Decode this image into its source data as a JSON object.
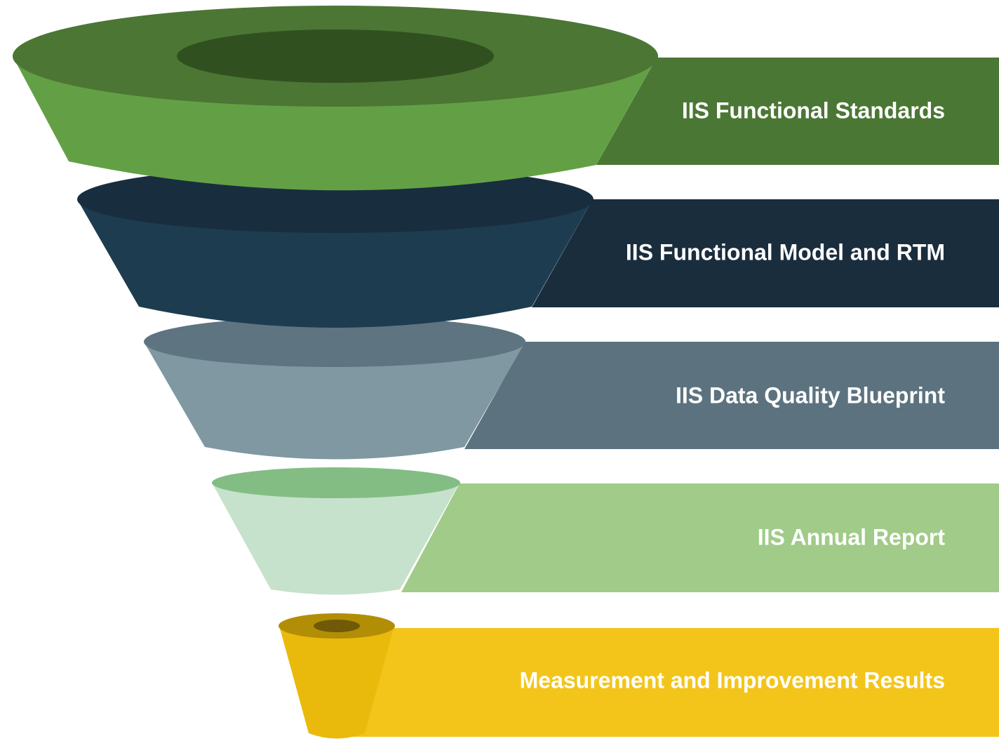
{
  "stages": [
    {
      "label": "IIS Functional Standards",
      "band_color": "#4b7735",
      "rim_color": "#4c7634",
      "inner_color": "#31501f",
      "body_color": "#63a045",
      "text_color": "#ffffff"
    },
    {
      "label": "IIS Functional Model and RTM",
      "band_color": "#192d3d",
      "rim_color": "#182e3e",
      "inner_color": "#182e3e",
      "body_color": "#1d3c50",
      "text_color": "#ffffff"
    },
    {
      "label": "IIS Data Quality Blueprint",
      "band_color": "#5c737f",
      "rim_color": "#5e7480",
      "inner_color": "#5e7480",
      "body_color": "#7f98a2",
      "text_color": "#ffffff"
    },
    {
      "label": "IIS Annual Report",
      "band_color": "#a0cb88",
      "rim_color": "#83bd84",
      "inner_color": "#83bd84",
      "body_color": "#c7e2cc",
      "text_color": "#ffffff"
    },
    {
      "label": "Measurement and Improvement Results",
      "band_color": "#f3c51b",
      "rim_color": "#b28e07",
      "inner_color": "#705907",
      "body_color": "#e9ba0b",
      "text_color": "#ffffff"
    }
  ]
}
